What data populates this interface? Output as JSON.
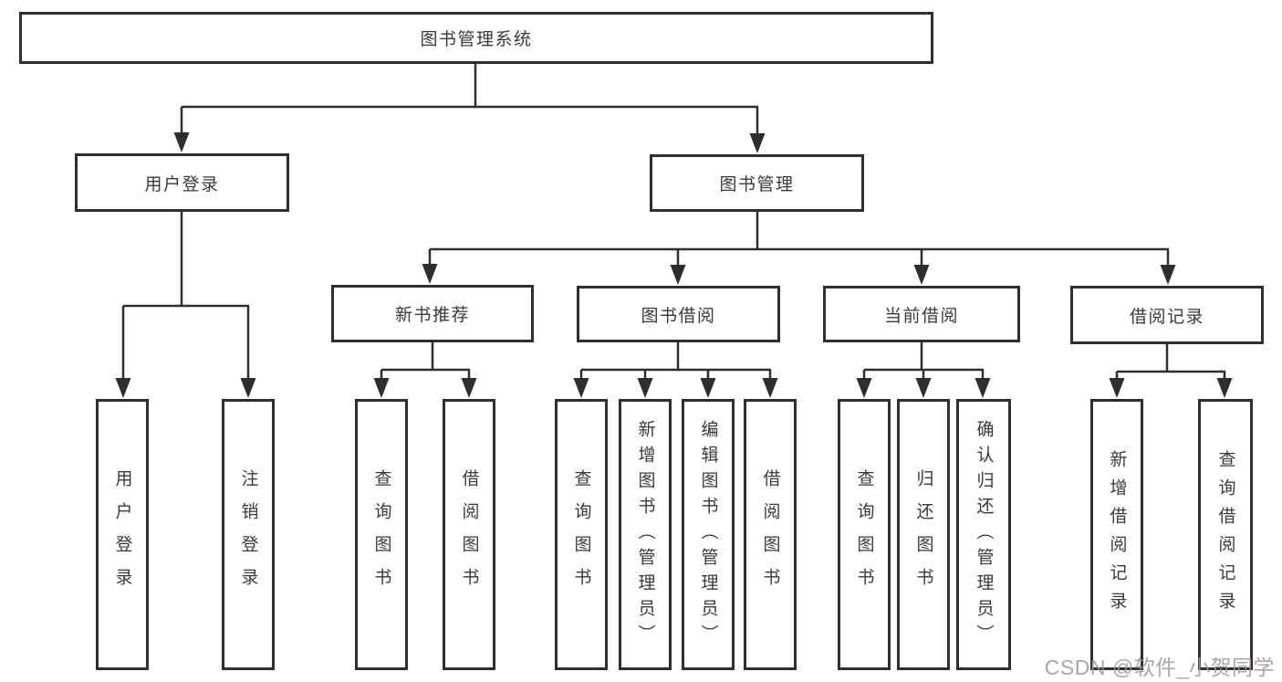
{
  "diagram": {
    "root": {
      "label": "图书管理系统"
    },
    "branches": [
      {
        "label": "用户登录",
        "children": [
          {
            "label": "用户登录"
          },
          {
            "label": "注销登录"
          }
        ]
      },
      {
        "label": "图书管理",
        "children": [
          {
            "label": "新书推荐",
            "children": [
              {
                "label": "查询图书"
              },
              {
                "label": "借阅图书"
              }
            ]
          },
          {
            "label": "图书借阅",
            "children": [
              {
                "label": "查询图书"
              },
              {
                "label": "新增图书（管理员）"
              },
              {
                "label": "编辑图书（管理员）"
              },
              {
                "label": "借阅图书"
              }
            ]
          },
          {
            "label": "当前借阅",
            "children": [
              {
                "label": "查询图书"
              },
              {
                "label": "归还图书"
              },
              {
                "label": "确认归还（管理员）"
              }
            ]
          },
          {
            "label": "借阅记录",
            "children": [
              {
                "label": "新增借阅记录"
              },
              {
                "label": "查询借阅记录"
              }
            ]
          }
        ]
      }
    ]
  },
  "colors": {
    "line": "#2e2e2e",
    "box_border": "#2e2e2e",
    "text": "#3a3a3a",
    "watermark": "#9e9696"
  },
  "watermark": {
    "text": "CSDN @软件_小贺同学"
  }
}
